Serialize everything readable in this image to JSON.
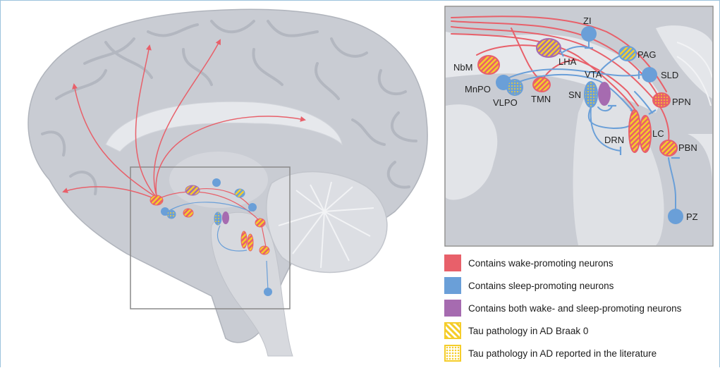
{
  "regions": {
    "NbM": "NbM",
    "LHA": "LHA",
    "ZI": "ZI",
    "PAG": "PAG",
    "MnPO": "MnPO",
    "VLPO": "VLPO",
    "TMN": "TMN",
    "VTA": "VTA",
    "SN": "SN",
    "SLD": "SLD",
    "PPN": "PPN",
    "DRN": "DRN",
    "LC": "LC",
    "PBN": "PBN",
    "PZ": "PZ"
  },
  "legend": [
    {
      "label": "Contains wake-promoting neurons",
      "color": "#e8606a",
      "pattern": "solid"
    },
    {
      "label": "Contains sleep-promoting neurons",
      "color": "#6a9fd8",
      "pattern": "solid"
    },
    {
      "label": "Contains both wake- and sleep-promoting neurons",
      "color": "#a66bb0",
      "pattern": "solid"
    },
    {
      "label": "Tau pathology in AD Braak 0",
      "color": "#f5cd2a",
      "pattern": "stripes"
    },
    {
      "label": "Tau pathology in AD reported in the literature",
      "color": "#f5cd2a",
      "pattern": "dots"
    }
  ],
  "colors": {
    "wake": "#e8606a",
    "sleep": "#6a9fd8",
    "both": "#a66bb0",
    "tau": "#f5cd2a",
    "brain": "#c9ccd3",
    "inset_border": "#8a8a8a"
  }
}
